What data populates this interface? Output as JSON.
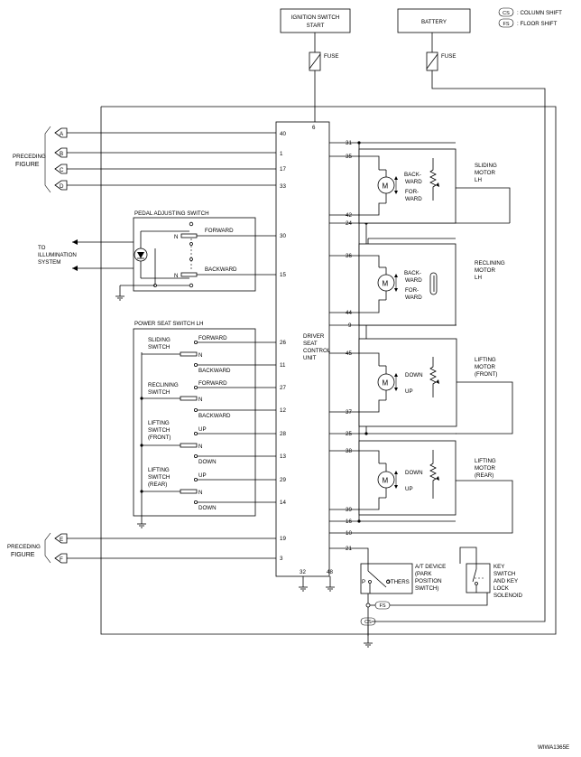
{
  "legend": {
    "cs_tag": "CS",
    "cs_text": ": COLUMN SHIFT",
    "fs_tag": "FS",
    "fs_text": ": FLOOR SHIFT"
  },
  "top": {
    "ign_line1": "IGNITION SWITCH",
    "ign_line2": "START",
    "battery": "BATTERY",
    "fuse1": "FUSE",
    "fuse2": "FUSE"
  },
  "preceding1": {
    "line1": "PRECEDING",
    "line2": "FIGURE",
    "connectors": [
      "A",
      "B",
      "C",
      "D"
    ]
  },
  "preceding2": {
    "line1": "PRECEDING",
    "line2": "FIGURE",
    "connectors": [
      "E",
      "F"
    ]
  },
  "illum": {
    "line1": "TO",
    "line2": "ILLUMINATION",
    "line3": "SYSTEM"
  },
  "pedal": {
    "title": "PEDAL ADJUSTING SWITCH",
    "forward": "FORWARD",
    "backward": "BACKWARD",
    "n1": "N",
    "n2": "N"
  },
  "seat": {
    "title": "POWER SEAT SWITCH LH",
    "sliding": {
      "l1": "SLIDING",
      "l2": "SWITCH",
      "up": "FORWARD",
      "n": "N",
      "down": "BACKWARD"
    },
    "reclining": {
      "l1": "RECLINING",
      "l2": "SWITCH",
      "up": "FORWARD",
      "n": "N",
      "down": "BACKWARD"
    },
    "lift_front": {
      "l1": "LIFTING",
      "l2": "SWITCH",
      "l3": "(FRONT)",
      "up": "UP",
      "n": "N",
      "down": "DOWN"
    },
    "lift_rear": {
      "l1": "LIFTING",
      "l2": "SWITCH",
      "l3": "(REAR)",
      "up": "UP",
      "n": "N",
      "down": "DOWN"
    }
  },
  "unit": {
    "l1": "DRIVER",
    "l2": "SEAT",
    "l3": "CONTROL",
    "l4": "UNIT",
    "pin_top": "6",
    "pin_b1": "32",
    "pin_b2": "48"
  },
  "left_pins": [
    "40",
    "1",
    "17",
    "33",
    "30",
    "15",
    "26",
    "11",
    "27",
    "12",
    "28",
    "13",
    "29",
    "14",
    "19",
    "3"
  ],
  "right_pins": [
    "31",
    "35",
    "42",
    "24",
    "36",
    "44",
    "9",
    "45",
    "37",
    "25",
    "38",
    "39",
    "16",
    "10",
    "21"
  ],
  "motors": [
    {
      "l1": "SLIDING",
      "l2": "MOTOR",
      "l3": "LH",
      "m": "M",
      "a1": "BACK-",
      "a2": "WARD",
      "b1": "FOR-",
      "b2": "WARD"
    },
    {
      "l1": "RECLINING",
      "l2": "MOTOR",
      "l3": "LH",
      "m": "M",
      "a1": "BACK-",
      "a2": "WARD",
      "b1": "FOR-",
      "b2": "WARD"
    },
    {
      "l1": "LIFTING",
      "l2": "MOTOR",
      "l3": "(FRONT)",
      "m": "M",
      "a1": "DOWN",
      "b1": "UP"
    },
    {
      "l1": "LIFTING",
      "l2": "MOTOR",
      "l3": "(REAR)",
      "m": "M",
      "a1": "DOWN",
      "b1": "UP"
    }
  ],
  "atdevice": {
    "l1": "A/T DEVICE",
    "l2": "(PARK",
    "l3": "POSITION",
    "l4": "SWITCH)",
    "p": "P",
    "others": "OTHERS",
    "fs": "FS",
    "cs": "CS"
  },
  "keysw": {
    "l1": "KEY",
    "l2": "SWITCH",
    "l3": "AND KEY",
    "l4": "LOCK",
    "l5": "SOLENOID"
  },
  "code": "WIWA1365E"
}
